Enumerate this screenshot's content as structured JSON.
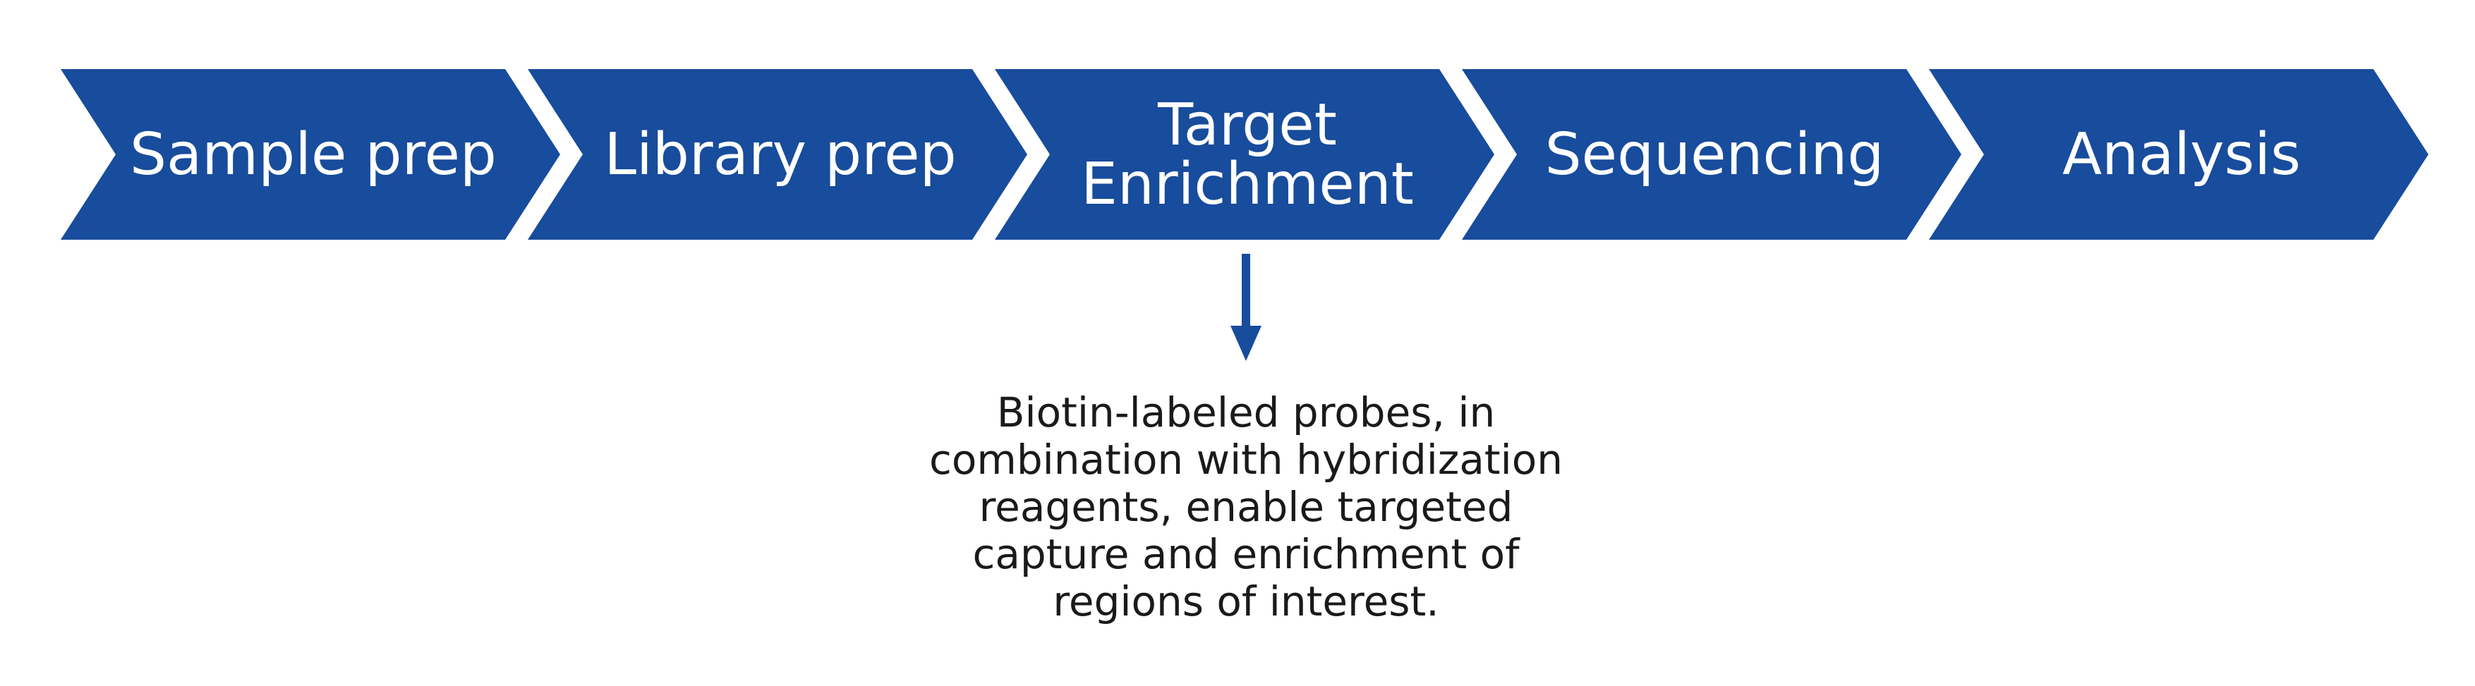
{
  "colors": {
    "step_fill": "#184c9c",
    "step_text": "#ffffff",
    "arrow": "#184c9c",
    "description_text": "#1a1a1a"
  },
  "steps": [
    {
      "label_lines": [
        "Sample prep"
      ]
    },
    {
      "label_lines": [
        "Library prep"
      ]
    },
    {
      "label_lines": [
        "Target",
        "Enrichment"
      ]
    },
    {
      "label_lines": [
        "Sequencing"
      ]
    },
    {
      "label_lines": [
        "Analysis"
      ]
    }
  ],
  "highlight_step": 2,
  "description_lines": [
    "Biotin-labeled probes, in",
    "combination with hybridization",
    "reagents, enable targeted",
    "capture and enrichment of",
    "regions of interest."
  ]
}
